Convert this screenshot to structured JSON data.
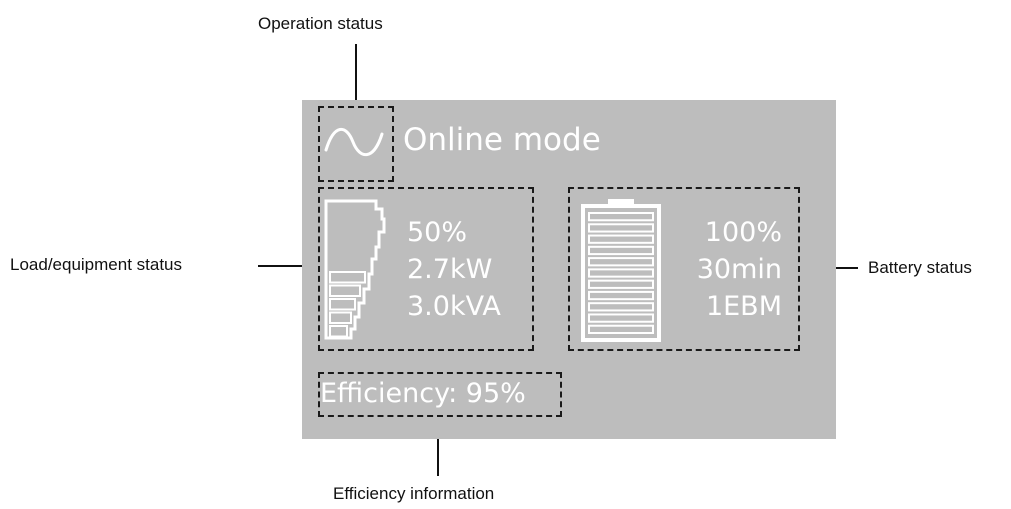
{
  "callouts": {
    "operation_status": "Operation status",
    "load_equipment_status": "Load/equipment status",
    "battery_status": "Battery status",
    "efficiency_information": "Efficiency information"
  },
  "display": {
    "mode_icon": "sine-wave-icon",
    "mode_text": "Online mode",
    "load": {
      "icon": "load-level-icon",
      "percent": "50%",
      "power_kw": "2.7kW",
      "power_kva": "3.0kVA",
      "level": 0.5
    },
    "battery": {
      "icon": "battery-icon",
      "percent": "100%",
      "runtime": "30min",
      "ebm": "1EBM",
      "level": 1.0
    },
    "efficiency": "Efficiency: 95%"
  },
  "colors": {
    "lcd_background": "#bdbdbd",
    "lcd_foreground": "#ffffff",
    "annotation": "#111111"
  }
}
